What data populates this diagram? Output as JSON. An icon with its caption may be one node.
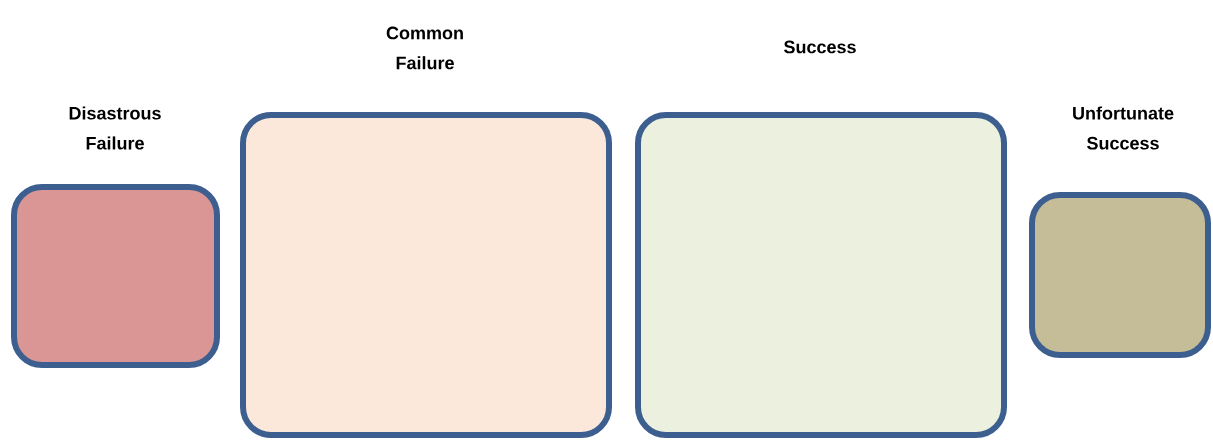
{
  "diagram": {
    "nodes": [
      {
        "text": [
          "Disastrous Failure"
        ]
      },
      {
        "text": [
          "Common Failure"
        ]
      },
      {
        "text": [
          "Success"
        ]
      },
      {
        "text": [
          "Unfortunate Success"
        ]
      }
    ]
  }
}
